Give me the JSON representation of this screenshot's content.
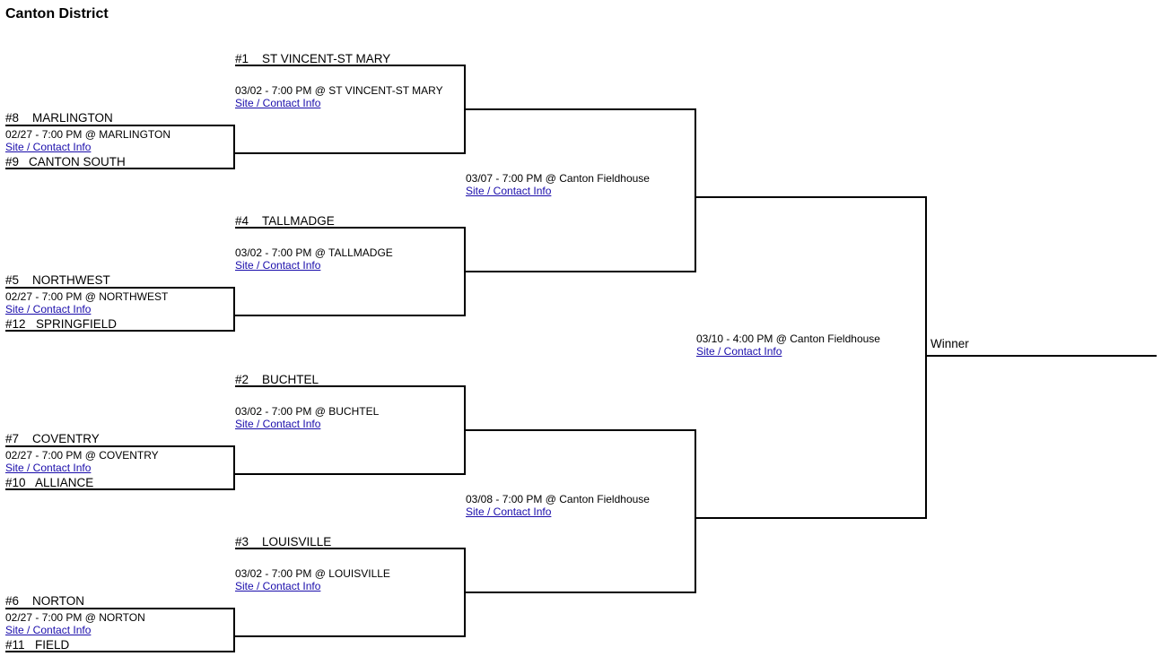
{
  "title": "Canton District",
  "link_text": "Site / Contact Info",
  "winner_label": "Winner",
  "teams": [
    {
      "seed": "#1",
      "name": "ST VINCENT-ST MARY"
    },
    {
      "seed": "#8",
      "name": "MARLINGTON"
    },
    {
      "seed": "#9",
      "name": "CANTON SOUTH"
    },
    {
      "seed": "#4",
      "name": "TALLMADGE"
    },
    {
      "seed": "#5",
      "name": "NORTHWEST"
    },
    {
      "seed": "#12",
      "name": "SPRINGFIELD"
    },
    {
      "seed": "#2",
      "name": "BUCHTEL"
    },
    {
      "seed": "#7",
      "name": "COVENTRY"
    },
    {
      "seed": "#10",
      "name": "ALLIANCE"
    },
    {
      "seed": "#3",
      "name": "LOUISVILLE"
    },
    {
      "seed": "#6",
      "name": "NORTON"
    },
    {
      "seed": "#11",
      "name": "FIELD"
    }
  ],
  "games": [
    {
      "info": "02/27 - 7:00 PM @ MARLINGTON"
    },
    {
      "info": "02/27 - 7:00 PM @ NORTHWEST"
    },
    {
      "info": "02/27 - 7:00 PM @ COVENTRY"
    },
    {
      "info": "02/27 - 7:00 PM @ NORTON"
    },
    {
      "info": "03/02 - 7:00 PM @ ST VINCENT-ST MARY"
    },
    {
      "info": "03/02 - 7:00 PM @ TALLMADGE"
    },
    {
      "info": "03/02 - 7:00 PM @ BUCHTEL"
    },
    {
      "info": "03/02 - 7:00 PM @ LOUISVILLE"
    },
    {
      "info": "03/07 - 7:00 PM @ Canton Fieldhouse"
    },
    {
      "info": "03/08 - 7:00 PM @ Canton Fieldhouse"
    },
    {
      "info": "03/10 - 4:00 PM @ Canton Fieldhouse"
    }
  ]
}
